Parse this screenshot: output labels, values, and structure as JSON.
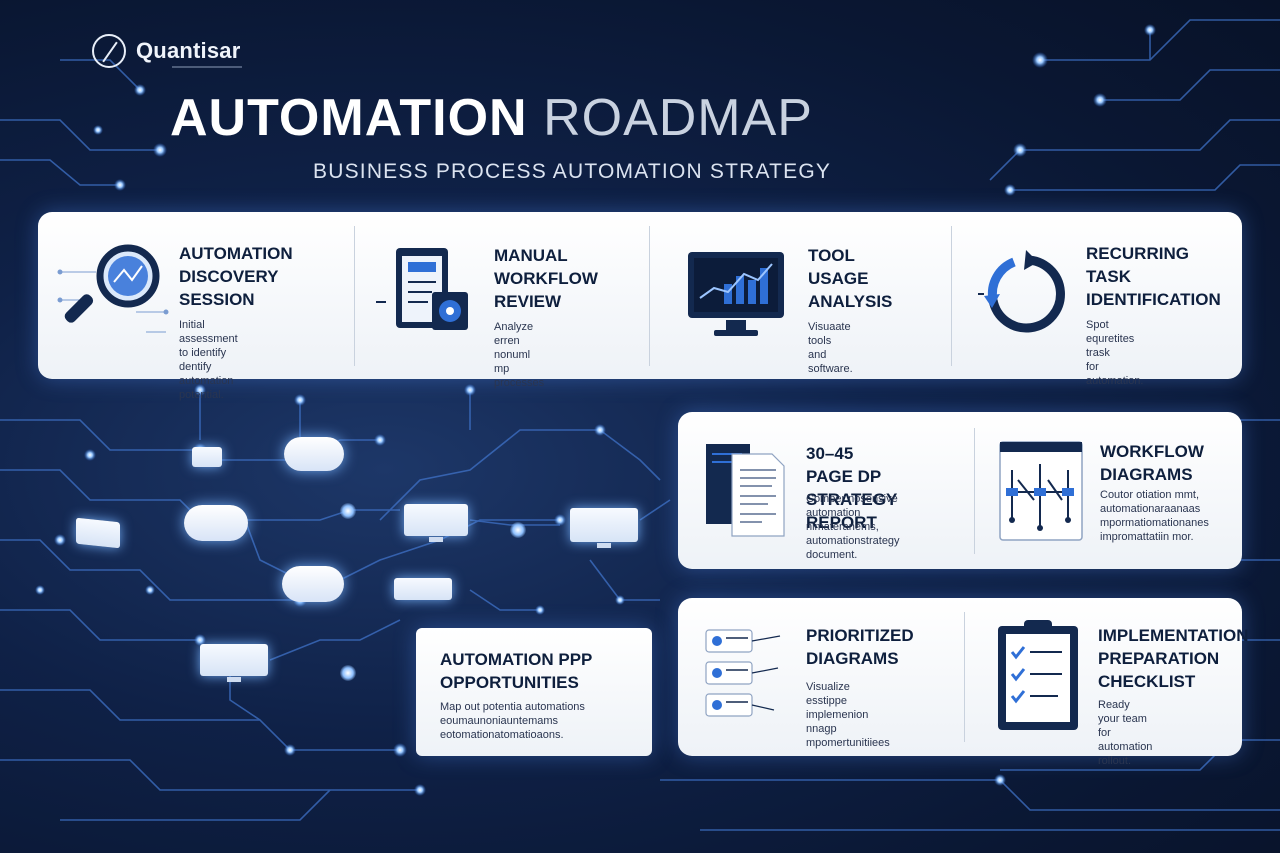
{
  "brand": {
    "name": "Quantisar",
    "logo_icon": "quantisar-logo-icon"
  },
  "header": {
    "title_part1": "AUTOMATION",
    "title_part2": "ROADMAP",
    "subtitle": "BUSINESS PROCESS AUTOMATION STRATEGY"
  },
  "phase1": [
    {
      "title_lines": [
        "AUTOMATION",
        "DISCOVERY",
        "SESSION"
      ],
      "desc_lines": [
        "Initial assessment to identify",
        "dentify automation potential."
      ],
      "icon": "magnifier-icon"
    },
    {
      "title_lines": [
        "MANUAL",
        "WORKFLOW",
        "REVIEW"
      ],
      "desc_lines": [
        "Analyze erren nonuml",
        "mp processes"
      ],
      "icon": "clipboard-gear-icon"
    },
    {
      "title_lines": [
        "TOOL",
        "USAGE",
        "ANALYSIS"
      ],
      "desc_lines": [
        "Visuaate tools",
        "and software."
      ],
      "icon": "monitor-chart-icon"
    },
    {
      "title_lines": [
        "RECURRING",
        "TASK",
        "IDENTIFICATION"
      ],
      "desc_lines": [
        "Spot equretites trask",
        "for automation."
      ],
      "icon": "recurring-cycle-icon"
    }
  ],
  "deliverables": [
    {
      "title_lines": [
        "30–45 PAGE DP",
        "STRATEGY REPORT"
      ],
      "desc_lines": [
        "Comper nosensive",
        "automation nimateranems,",
        "automationstrategy",
        "document."
      ],
      "icon": "report-document-icon"
    },
    {
      "title_lines": [
        "WORKFLOW",
        "DIAGRAMS"
      ],
      "desc_lines": [
        "Coutor otiation mmt,",
        "automationaraanaas",
        "mpormatiomationanes",
        "impromattatiin mor."
      ],
      "icon": "workflow-diagram-icon"
    },
    {
      "title_lines": [
        "PRIORITIZED",
        "DIAGRAMS"
      ],
      "desc_lines": [
        "Visualize esstippe",
        "implemenion nnagp",
        "mpomertunitiiees"
      ],
      "icon": "prioritized-list-icon"
    },
    {
      "title_lines": [
        "IMPLEMENTATION",
        "PREPARATION",
        "CHECKLIST"
      ],
      "desc_lines": [
        "Ready your team for",
        "automation rollout."
      ],
      "icon": "checklist-icon"
    }
  ],
  "opportunities": {
    "title_lines": [
      "AUTOMATION PPP",
      "OPPORTUNITIES"
    ],
    "desc_lines": [
      "Map out potentia automations",
      "eoumaunoniauntemams",
      "eotomationatomatioaons."
    ]
  },
  "colors": {
    "background": "#0f2147",
    "navy": "#0e1f3d",
    "accent_blue": "#2f6fd6",
    "glow": "#8ec0ff"
  }
}
